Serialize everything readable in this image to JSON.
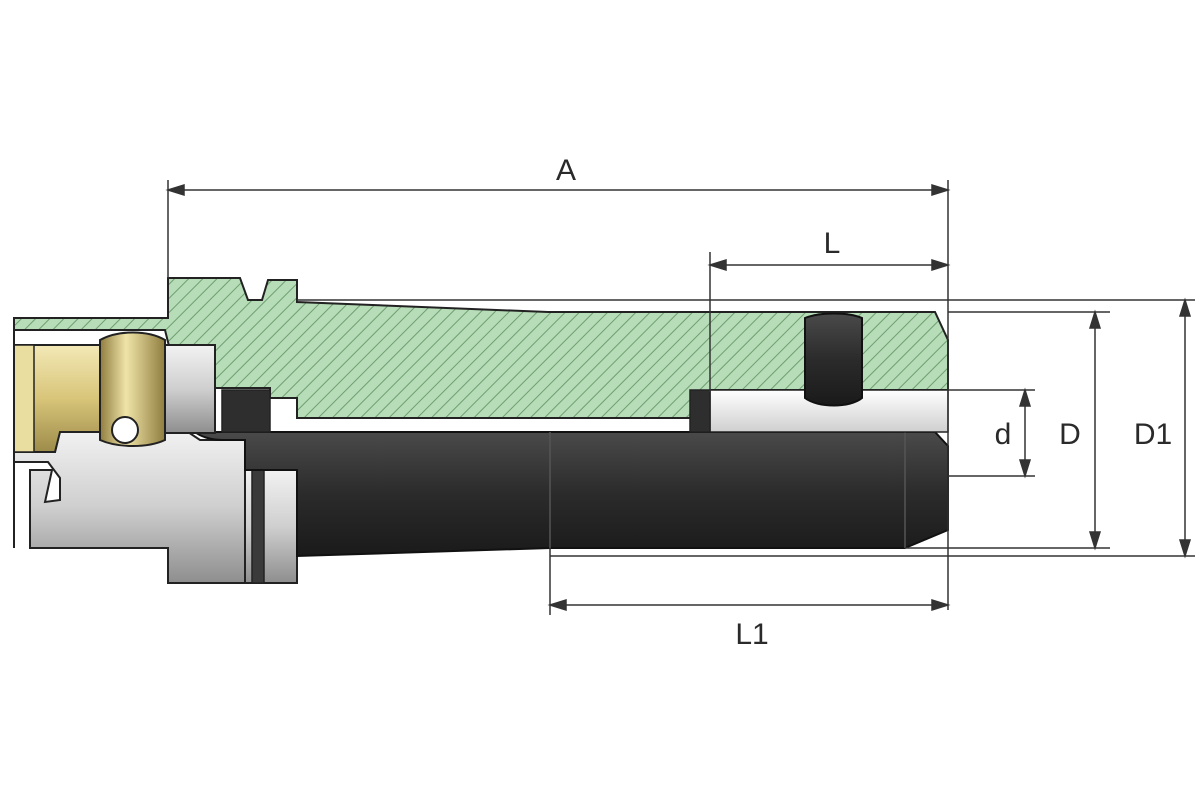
{
  "labels": {
    "A": "A",
    "L": "L",
    "L1": "L1",
    "d": "d",
    "D": "D",
    "D1": "D1"
  },
  "colors": {
    "section_fill": "#b7dcb8",
    "hatch": "#5a8a5c",
    "tool_dark": "#2e2e2e",
    "steel_light": "#d9d9d9",
    "brass": "#d8c882",
    "outline": "#222222"
  }
}
